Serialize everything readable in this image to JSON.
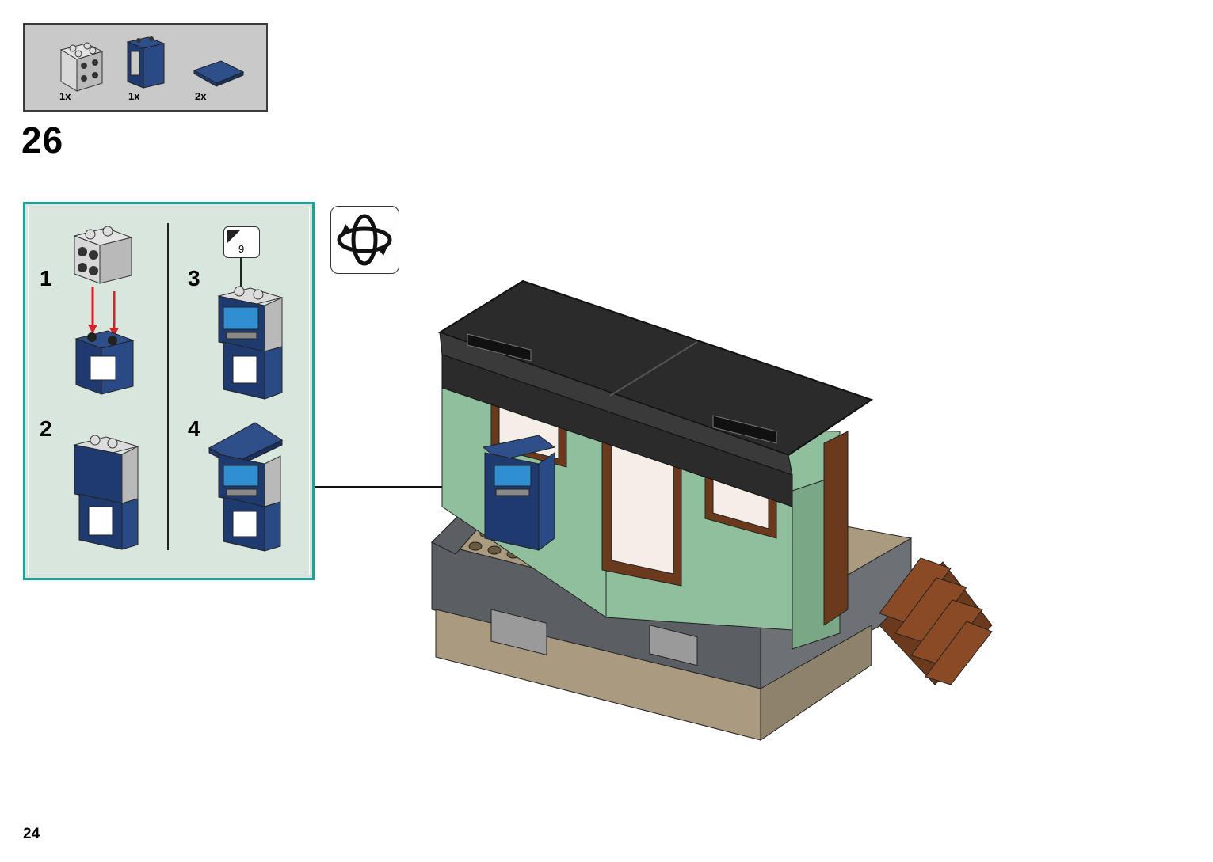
{
  "parts_list": {
    "items": [
      {
        "name": "light-grey-brick-2x2-icon",
        "qty": "1x",
        "color": "#c9c9c9"
      },
      {
        "name": "dark-blue-window-frame-icon",
        "qty": "1x",
        "color": "#1f3a6e"
      },
      {
        "name": "dark-blue-tile-icon",
        "qty": "2x",
        "color": "#1f3a6e"
      }
    ]
  },
  "step": {
    "number": "26"
  },
  "sub_assembly": {
    "steps": [
      "1",
      "2",
      "3",
      "4"
    ],
    "sticker_callout": "9",
    "border_color": "#1aa39a",
    "background_color": "#d8e6dd"
  },
  "rotate_icon": "rotate-model-icon",
  "colors": {
    "dark_bluish_grey": "#5b5f63",
    "sand_green": "#8fbf9c",
    "reddish_brown": "#6b3a1c",
    "tan": "#a99a80",
    "black": "#2b2b2b",
    "arrow_red": "#d2242a"
  },
  "page": {
    "number": "24"
  }
}
